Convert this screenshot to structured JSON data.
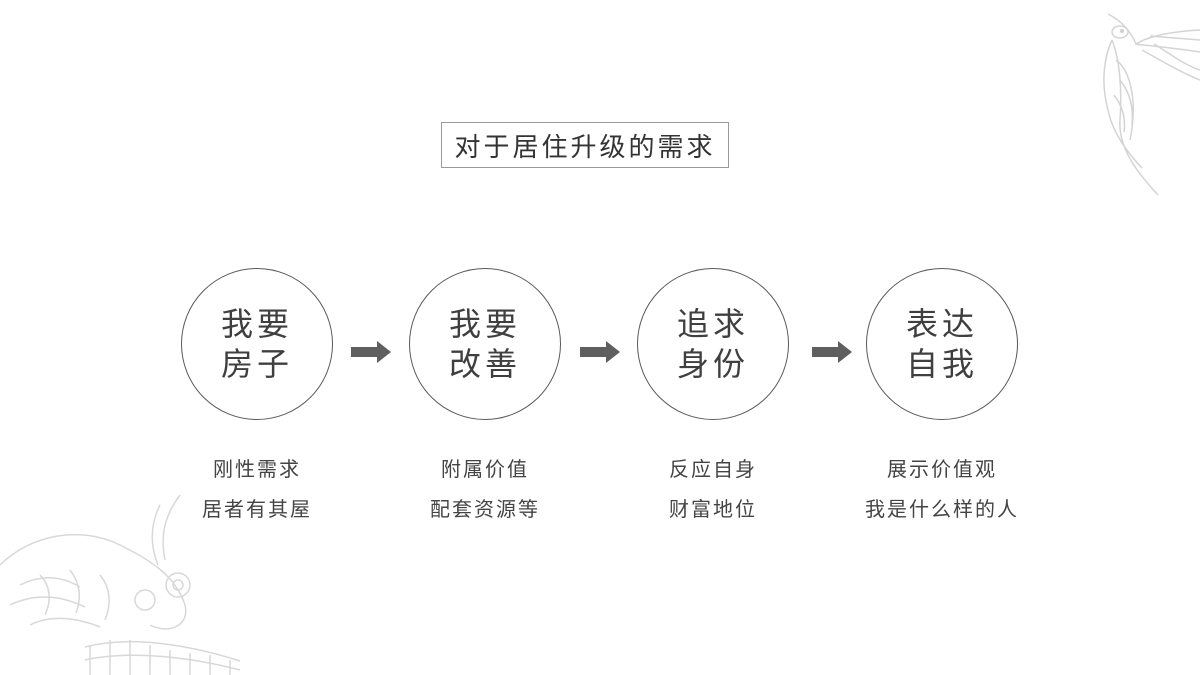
{
  "title": "对于居住升级的需求",
  "steps": [
    {
      "line1": "我要",
      "line2": "房子",
      "desc1": "刚性需求",
      "desc2": "居者有其屋"
    },
    {
      "line1": "我要",
      "line2": "改善",
      "desc1": "附属价值",
      "desc2": "配套资源等"
    },
    {
      "line1": "追求",
      "line2": "身份",
      "desc1": "反应自身",
      "desc2": "财富地位"
    },
    {
      "line1": "表达",
      "line2": "自我",
      "desc1": "展示价值观",
      "desc2": "我是什么样的人"
    }
  ],
  "colors": {
    "arrow": "#5f5f5f",
    "circle_border": "#5a5a5a",
    "decoration": "#d6d6d6"
  },
  "decorations": [
    "swallow-bird-illustration",
    "koi-fish-illustration"
  ]
}
